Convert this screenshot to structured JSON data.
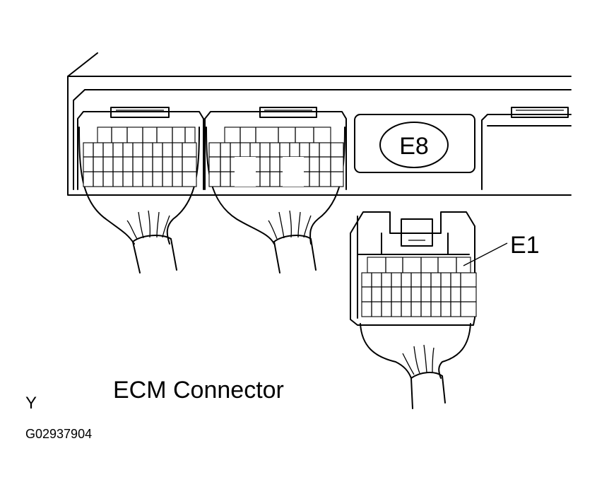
{
  "labels": {
    "e8": "E8",
    "e1": "E1",
    "caption": "ECM Connector",
    "corner_letter": "Y",
    "figure_id": "G02937904"
  }
}
